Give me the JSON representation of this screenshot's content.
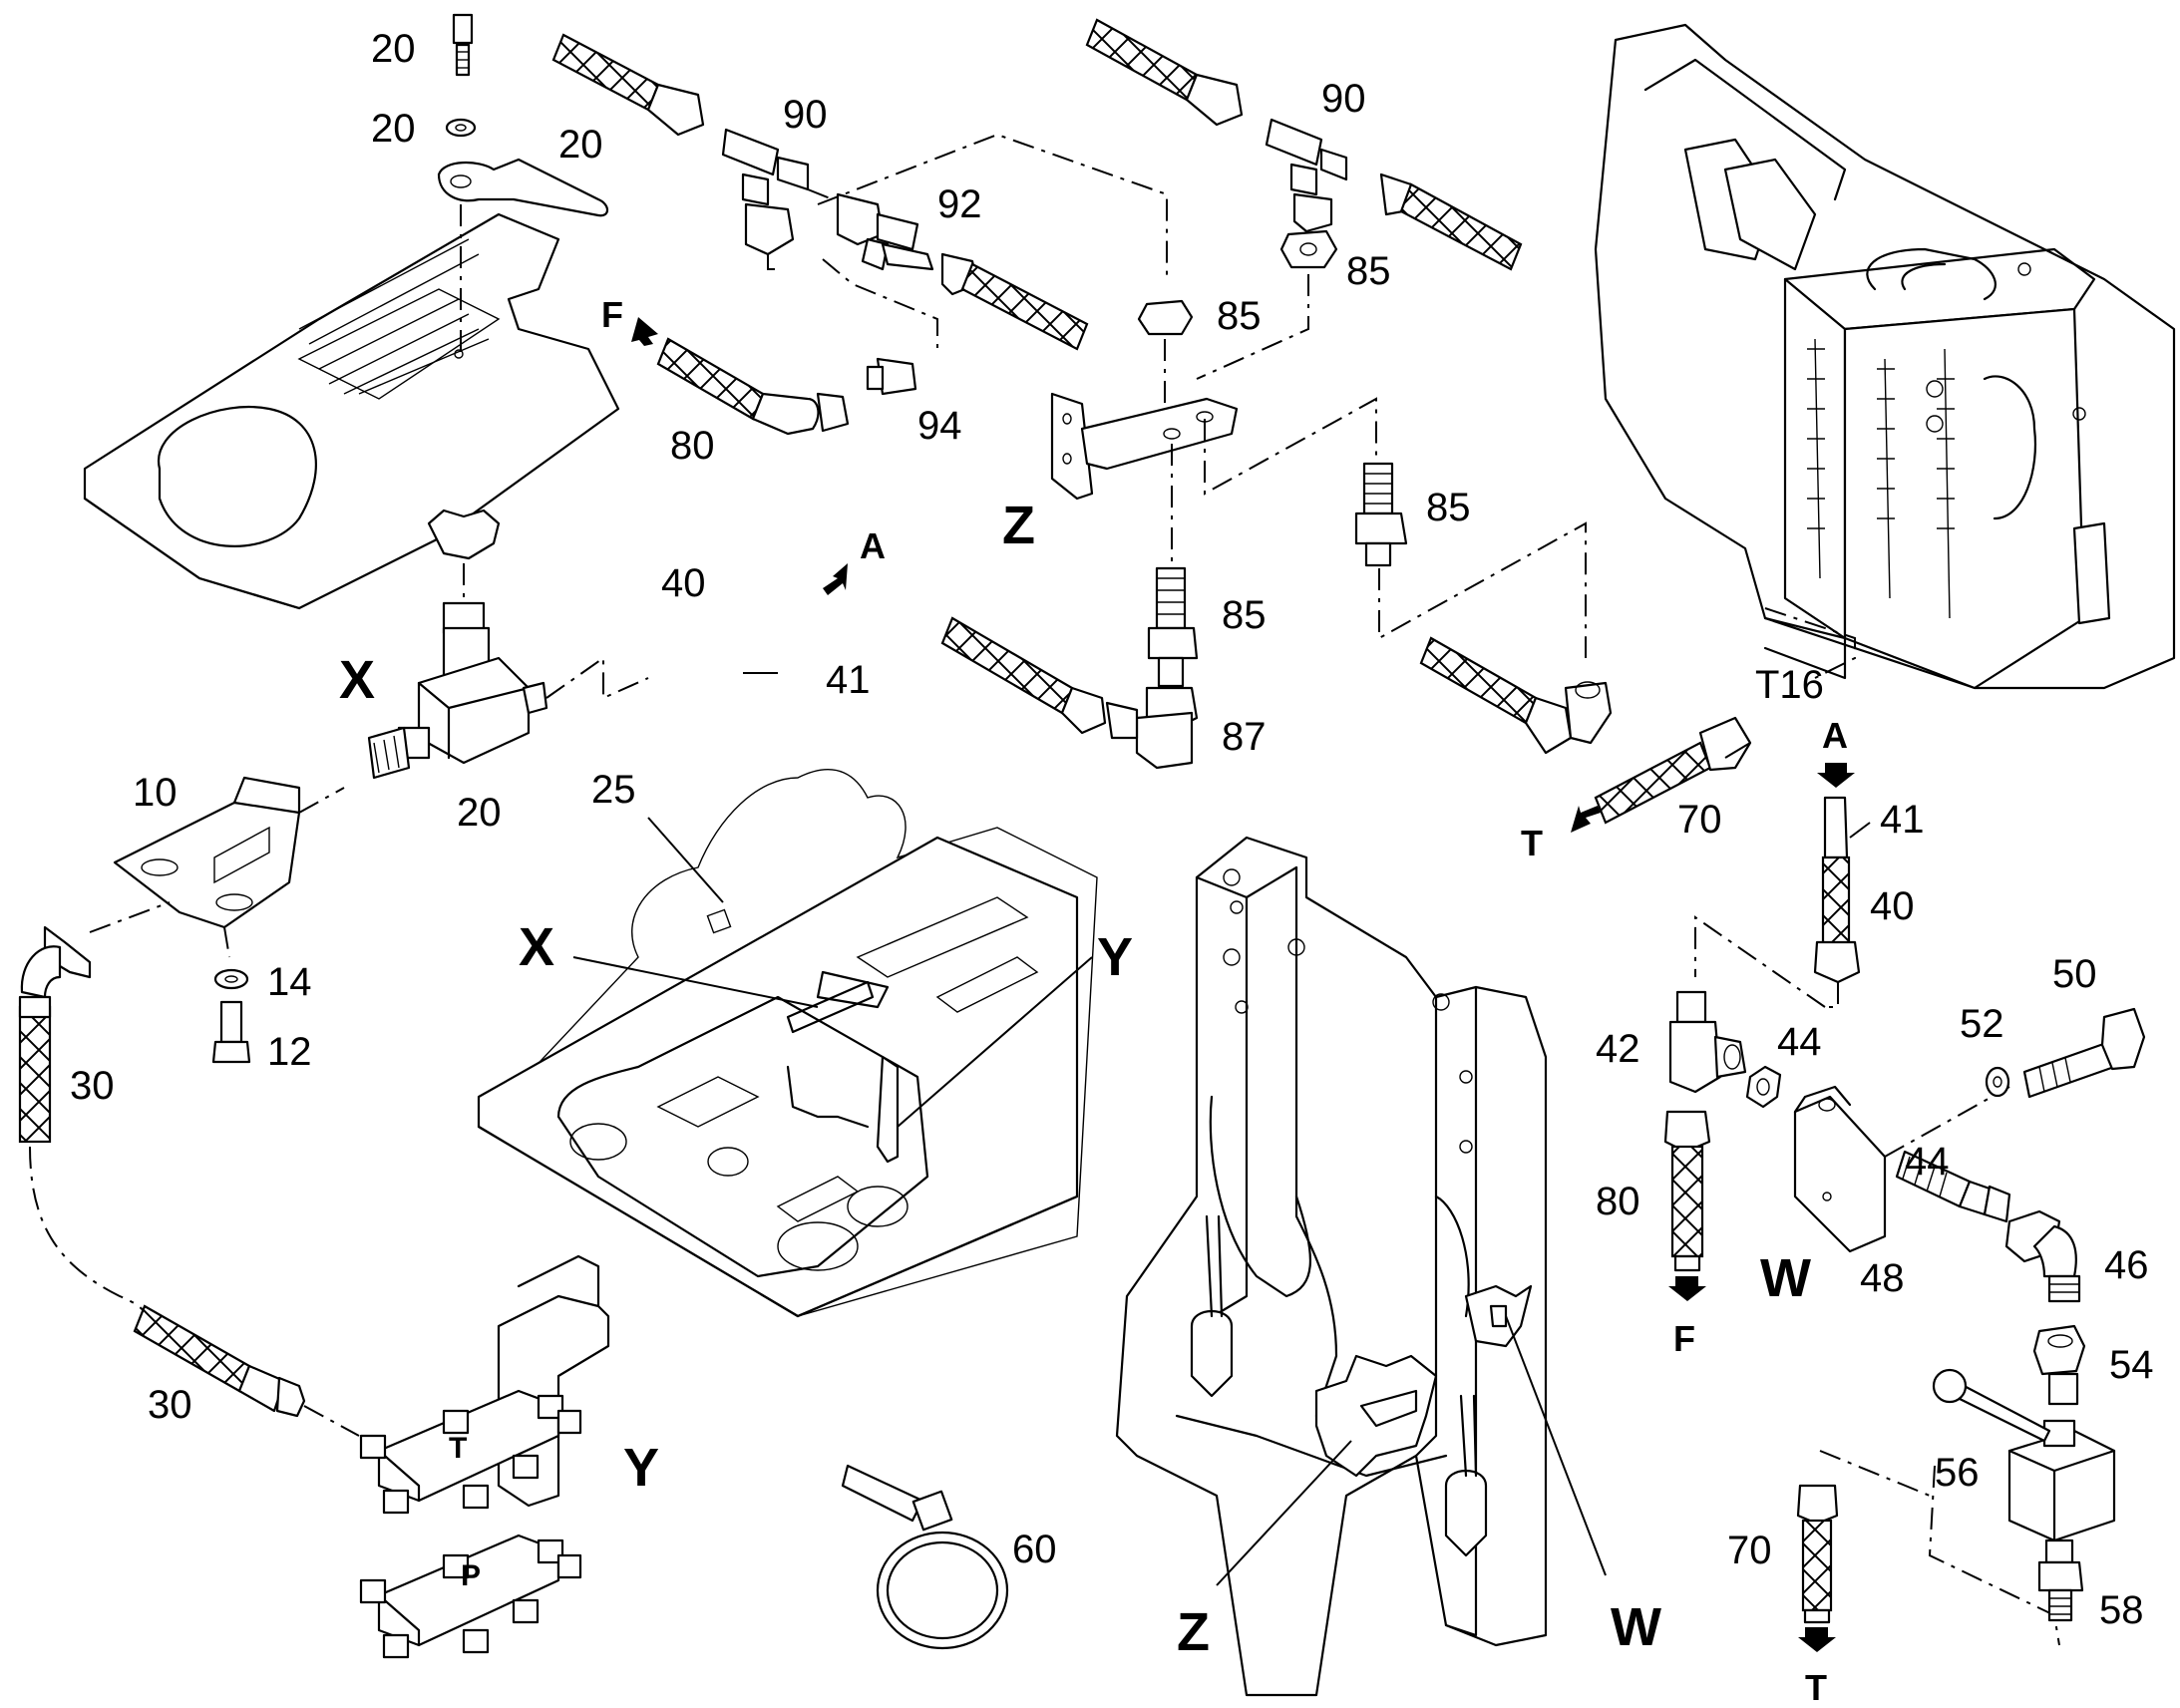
{
  "callouts": {
    "c20a": "20",
    "c20b": "20",
    "c20c": "20",
    "c20d": "20",
    "c90a": "90",
    "c90b": "90",
    "c92": "92",
    "c94": "94",
    "c80a": "80",
    "c85a": "85",
    "c85b": "85",
    "c85c": "85",
    "c85d": "85",
    "c87": "87",
    "c40a": "40",
    "c41a": "41",
    "c10": "10",
    "c14": "14",
    "c12": "12",
    "c30a": "30",
    "c30b": "30",
    "c25": "25",
    "c60": "60",
    "c70a": "70",
    "c70b": "70",
    "cT16": "T16",
    "c41b": "41",
    "c40b": "40",
    "c42": "42",
    "c44a": "44",
    "c44b": "44",
    "c52": "52",
    "c50": "50",
    "c80b": "80",
    "c48": "48",
    "c46": "46",
    "c54": "54",
    "c56": "56",
    "c58": "58"
  },
  "view_labels": {
    "X_main": "X",
    "Z_main": "Z",
    "Y_main": "Y",
    "W_main": "W",
    "X_ref": "X",
    "Y_ref": "Y",
    "Z_ref": "Z",
    "W_ref": "W"
  },
  "flow_labels": {
    "F_top": "F",
    "A_top": "A",
    "T_mid": "T",
    "A_right": "A",
    "F_bottom": "F",
    "T_bottom": "T"
  },
  "port_labels": {
    "T": "T",
    "P": "P"
  }
}
